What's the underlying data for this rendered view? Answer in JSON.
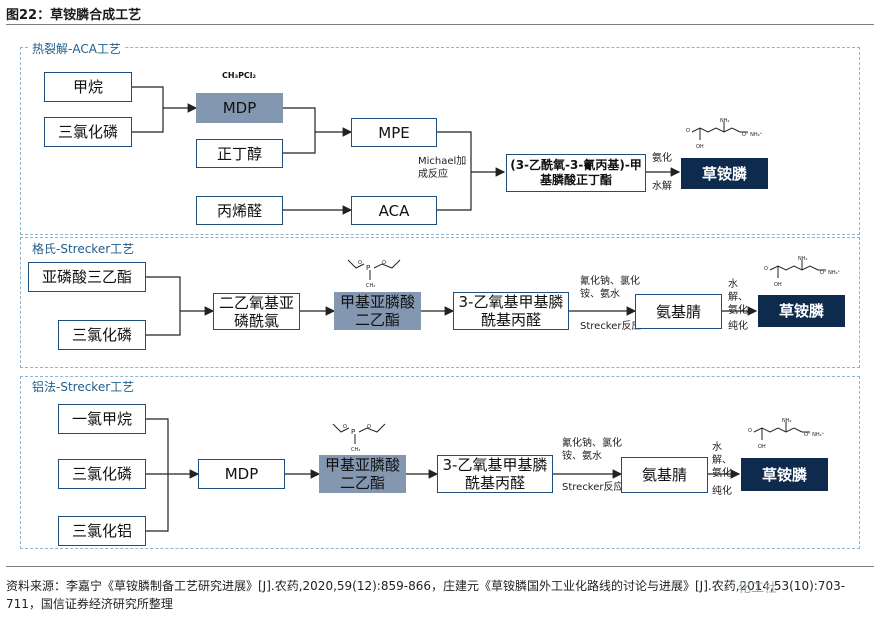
{
  "figure_title": "图22：草铵膦合成工艺",
  "sections": [
    {
      "title": "热裂解-ACA工艺",
      "boxes": {
        "methane": "甲烷",
        "pcl3": "三氯化磷",
        "mdp": "MDP",
        "butanol": "正丁醇",
        "mpe": "MPE",
        "acrolein": "丙烯醛",
        "aca": "ACA",
        "intermediate": "(3-乙酰氧-3-氰丙基)-甲基膦酸正丁酯",
        "product": "草铵膦"
      },
      "formula": "CH₃PCl₂",
      "labels": {
        "michael": "Michael加成反应",
        "step_a": "氨化",
        "step_b": "水解"
      }
    },
    {
      "title": "格氏-Strecker工艺",
      "boxes": {
        "triethyl": "亚磷酸三乙酯",
        "pcl3": "三氯化磷",
        "chloro": "二乙氧基亚磷酰氯",
        "mdep": "甲基亚膦酸二乙酯",
        "aldehyde": "3-乙氧基甲基膦酰基丙醛",
        "nitrile": "氨基腈",
        "product": "草铵膦"
      },
      "labels": {
        "reagents": "氰化钠、氯化铵、氨水",
        "strecker": "Strecker反应",
        "hydrolysis": "水解、氨化",
        "purify": "纯化"
      }
    },
    {
      "title": "铝法-Strecker工艺",
      "boxes": {
        "chloromethane": "一氯甲烷",
        "pcl3": "三氯化磷",
        "alcl3": "三氯化铝",
        "mdp": "MDP",
        "mdep": "甲基亚膦酸二乙酯",
        "aldehyde": "3-乙氧基甲基膦酰基丙醛",
        "nitrile": "氨基腈",
        "product": "草铵膦"
      },
      "labels": {
        "reagents": "氰化钠、氯化铵、氨水",
        "strecker": "Strecker反应",
        "hydrolysis": "水解、氨化",
        "purify": "纯化"
      }
    }
  ],
  "source": "资料来源：李嘉宁《草铵膦制备工艺研究进展》[J].农药,2020,59(12):859-866，庄建元《草铵膦国外工业化路线的讨论与进展》[J].农药,2014,53(10):703-711，国信证券经济研究所整理",
  "watermark": "化工社",
  "colors": {
    "accent_dark": "#0e2a4d",
    "gray_box": "#8497b0",
    "section_border": "#8fb4cf"
  }
}
